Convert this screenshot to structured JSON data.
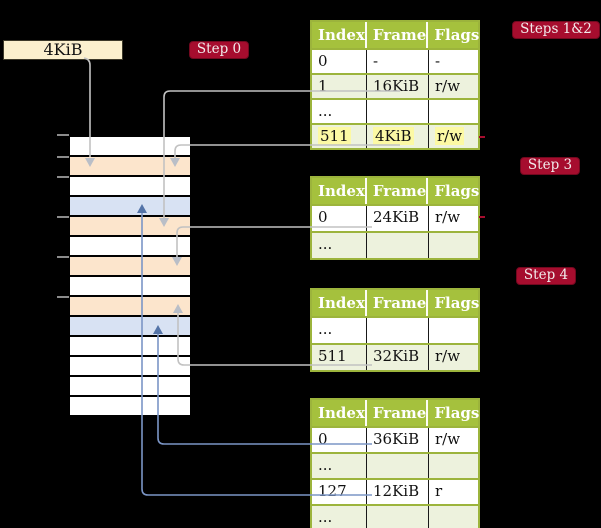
{
  "legend_box": {
    "label": "4KiB"
  },
  "badges": [
    {
      "id": "step0",
      "label": "Step 0"
    },
    {
      "id": "steps1_2",
      "label": "Steps 1&2"
    },
    {
      "id": "step3",
      "label": "Step 3"
    },
    {
      "id": "step4",
      "label": "Step 4"
    }
  ],
  "memory_stack": {
    "row_colors": [
      "white",
      "peach",
      "white",
      "blue",
      "peach",
      "white",
      "peach",
      "white",
      "peach",
      "blue",
      "white",
      "white",
      "white",
      "white"
    ]
  },
  "tables": [
    {
      "step": "Steps 1&2",
      "headers": [
        "Index",
        "Frame",
        "Flags"
      ],
      "rows": [
        {
          "cells": [
            "0",
            "-",
            "-"
          ],
          "shade": false,
          "highlight": false
        },
        {
          "cells": [
            "1",
            "16KiB",
            "r/w"
          ],
          "shade": true,
          "highlight": false
        },
        {
          "cells": [
            "...",
            "",
            ""
          ],
          "shade": false,
          "highlight": false
        },
        {
          "cells": [
            "511",
            "4KiB",
            "r/w"
          ],
          "shade": true,
          "highlight": true
        }
      ]
    },
    {
      "step": "Step 3",
      "headers": [
        "Index",
        "Frame",
        "Flags"
      ],
      "rows": [
        {
          "cells": [
            "0",
            "24KiB",
            "r/w"
          ],
          "shade": false,
          "highlight": false
        },
        {
          "cells": [
            "...",
            "",
            ""
          ],
          "shade": true,
          "highlight": false
        }
      ]
    },
    {
      "step": "Step 4",
      "headers": [
        "Index",
        "Frame",
        "Flags"
      ],
      "rows": [
        {
          "cells": [
            "...",
            "",
            ""
          ],
          "shade": false,
          "highlight": false
        },
        {
          "cells": [
            "511",
            "32KiB",
            "r/w"
          ],
          "shade": true,
          "highlight": false
        }
      ]
    },
    {
      "step": "",
      "headers": [
        "Index",
        "Frame",
        "Flags"
      ],
      "rows": [
        {
          "cells": [
            "0",
            "36KiB",
            "r/w"
          ],
          "shade": false,
          "highlight": false
        },
        {
          "cells": [
            "...",
            "",
            ""
          ],
          "shade": true,
          "highlight": false
        },
        {
          "cells": [
            "127",
            "12KiB",
            "r"
          ],
          "shade": false,
          "highlight": false
        },
        {
          "cells": [
            "...",
            "",
            ""
          ],
          "shade": true,
          "highlight": false
        }
      ]
    }
  ],
  "colors": {
    "accent-red": "#a60d2e",
    "olive": "#a5c13d",
    "olive-border": "#9cb43c",
    "light-green": "#edf2dd",
    "peach": "#fce5cc",
    "light-blue": "#d8e2f3",
    "cream": "#fbf0ce",
    "yellow-hl": "#fcf9a4",
    "gray-line": "#c2c2c2",
    "gray-arrow": "#b9bec7",
    "blue-line": "#7b95c6",
    "blue-arrow": "#5474a8"
  }
}
